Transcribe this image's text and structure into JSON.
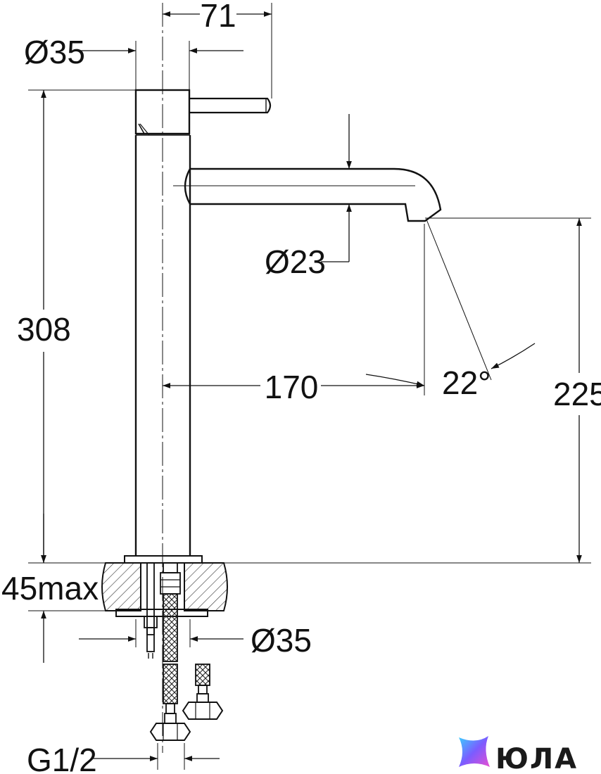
{
  "drawing": {
    "dimensions": {
      "handle_reach": "71",
      "body_diameter": "Ø35",
      "total_height": "308",
      "spout_diameter": "Ø23",
      "spout_projection": "170",
      "spout_angle": "22°",
      "spout_height": "225",
      "max_counter_thickness": "45max",
      "mounting_hole_diameter": "Ø35",
      "connection_thread": "G1/2"
    }
  },
  "brand": {
    "name": "ЮЛА",
    "logo_colors": [
      "#3ad0ff",
      "#7b5cff",
      "#e84fd2"
    ]
  }
}
